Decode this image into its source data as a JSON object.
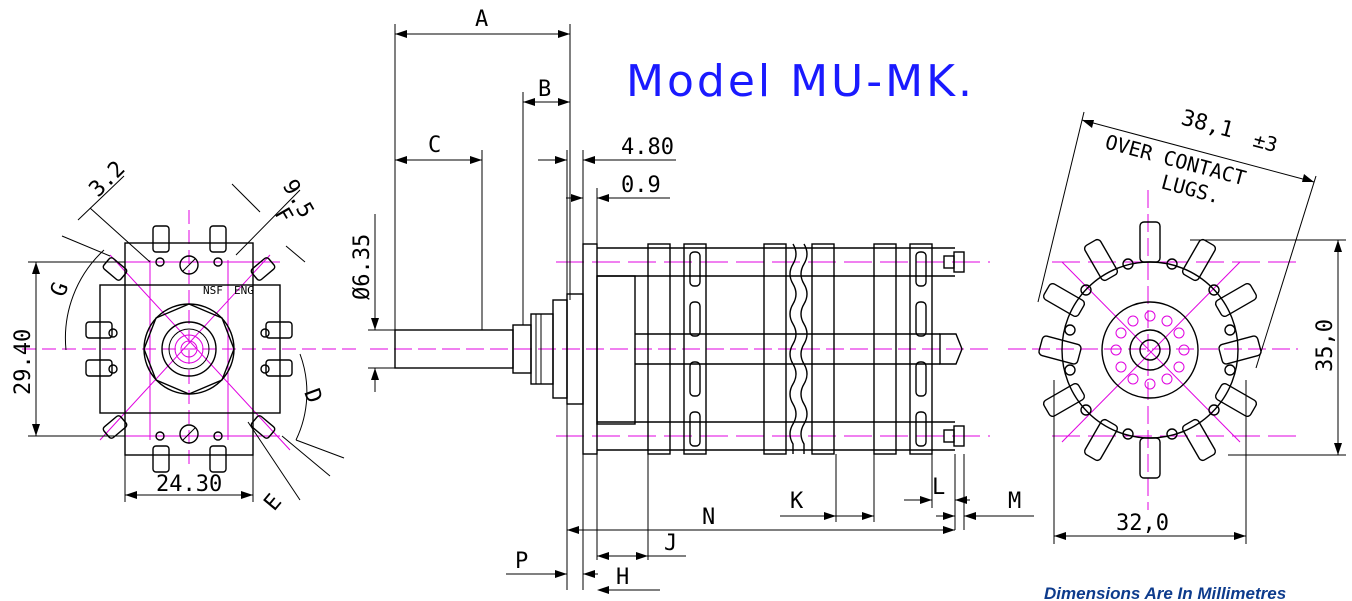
{
  "title": "Model MU-MK.",
  "note": "Dimensions Are In Millimetres",
  "front_view": {
    "d_3_2": "3.2",
    "d_9_5": "9.5",
    "d_F": "F",
    "d_G": "G",
    "d_D": "D",
    "d_E": "E",
    "d_height": "29.40",
    "d_width": "24.30",
    "lbl_nsf": "NSF",
    "lbl_eng": "ENG"
  },
  "side_view": {
    "d_A": "A",
    "d_B": "B",
    "d_C": "C",
    "d_shaft": "Ø6.35",
    "d_4_80": "4.80",
    "d_0_9": "0.9",
    "d_N": "N",
    "d_K": "K",
    "d_L": "L",
    "d_M": "M",
    "d_J": "J",
    "d_P": "P",
    "d_H": "H"
  },
  "rear_view": {
    "d_38_1": "38,1",
    "d_tol": "±3",
    "d_over_line1": "OVER CONTACT",
    "d_over_line2": "LUGS.",
    "d_35_0": "35,0",
    "d_32_0": "32,0"
  },
  "colors": {
    "title": "#1a1aff",
    "centerline": "#e000e0",
    "note": "#0d3b8c"
  }
}
